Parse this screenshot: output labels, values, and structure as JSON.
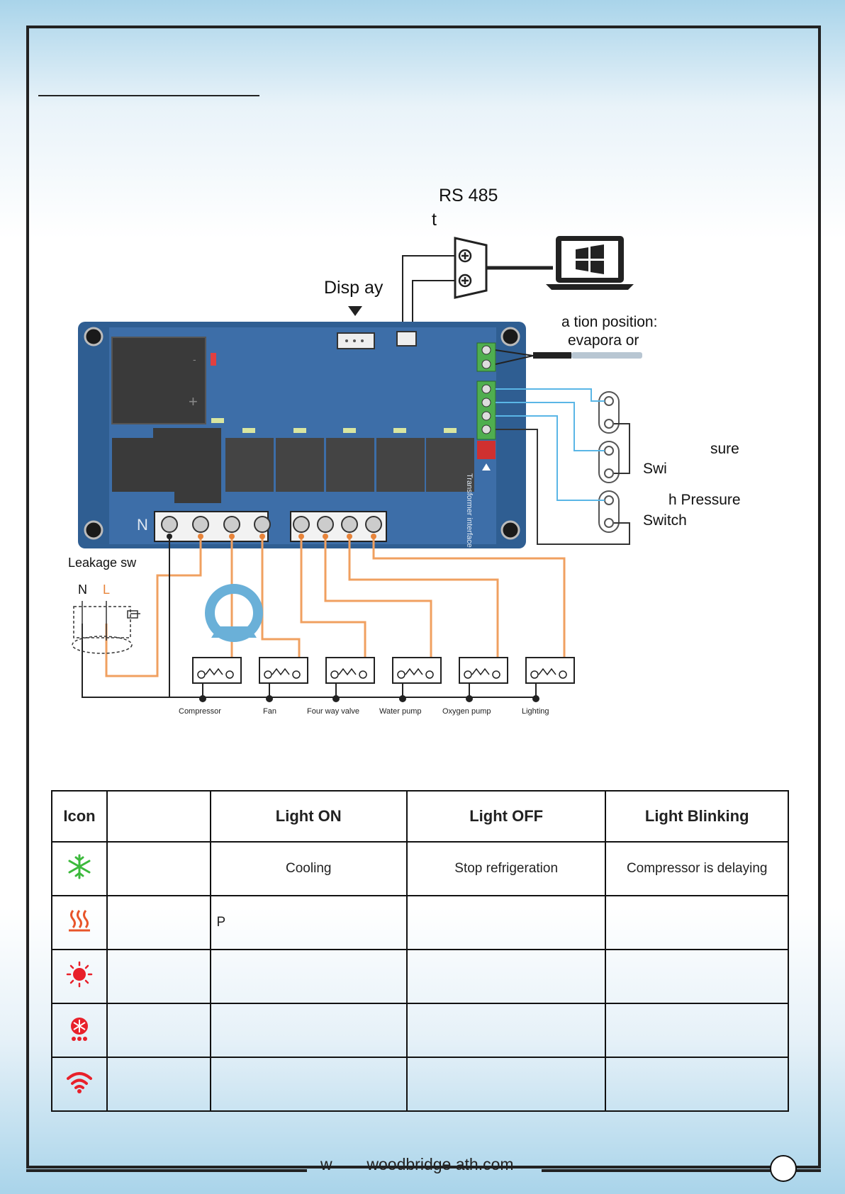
{
  "labels": {
    "rs485": "RS 485",
    "rs485_sub": "t",
    "display": "Disp ay",
    "sensor_line1": "a tion position:",
    "sensor_line2": "evapora or",
    "pressure1_line1": "sure",
    "pressure1_line2": "Swi",
    "pressure2_line1": "h Pressure",
    "pressure2_line2": "Switch",
    "leakage": "Leakage sw",
    "n": "N",
    "l": "L",
    "board_n": "N",
    "transformer": "Transformer interface"
  },
  "loads": [
    "Compressor",
    "Fan",
    "Four way valve",
    "Water pump",
    "Oxygen pump",
    "Lighting"
  ],
  "table": {
    "headers": [
      "Icon",
      "",
      "Light ON",
      "Light OFF",
      "Light Blinking"
    ],
    "rows": [
      {
        "icon": "snowflake-icon",
        "color": "#3cb93c",
        "cells": [
          "",
          "Cooling",
          "Stop refrigeration",
          "Compressor is delaying"
        ]
      },
      {
        "icon": "heat-waves-icon",
        "color": "#e8552a",
        "cells": [
          "",
          "P",
          "",
          ""
        ]
      },
      {
        "icon": "sun-icon",
        "color": "#e8202a",
        "cells": [
          "",
          "",
          "",
          ""
        ]
      },
      {
        "icon": "defrost-icon",
        "color": "#e8202a",
        "cells": [
          "",
          "",
          "",
          ""
        ]
      },
      {
        "icon": "wifi-icon",
        "color": "#e8202a",
        "cells": [
          "",
          "",
          "",
          ""
        ]
      }
    ]
  },
  "footer": {
    "left": "w",
    "url": "woodbridge ath.com"
  },
  "colors": {
    "board": "#3d6ea8",
    "wire_orange": "#f0a060",
    "wire_blue": "#5ab6e6",
    "frame": "#222222"
  }
}
